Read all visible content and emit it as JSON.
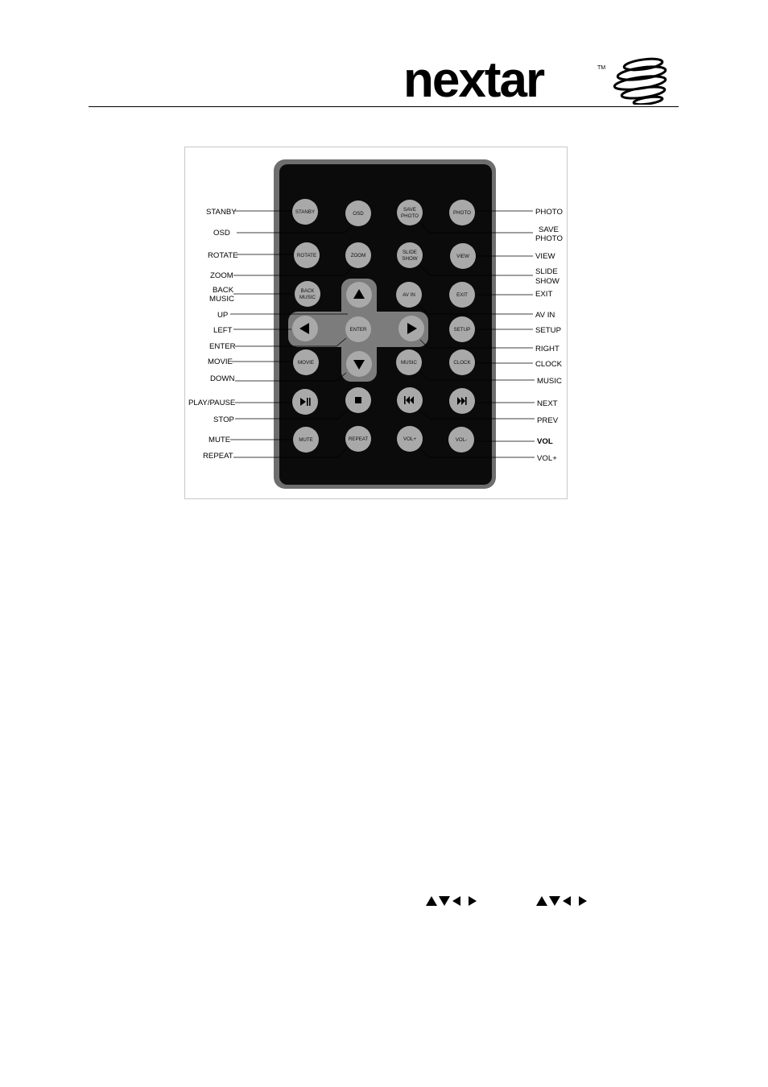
{
  "brand": {
    "logo_text": "nextar",
    "trademark": "TM"
  },
  "remote": {
    "buttons": [
      {
        "id": "stanby",
        "label": "STANBY"
      },
      {
        "id": "osd",
        "label": "OSD"
      },
      {
        "id": "save-photo",
        "label": "SAVE PHOTO"
      },
      {
        "id": "photo",
        "label": "PHOTO"
      },
      {
        "id": "rotate",
        "label": "ROTATE"
      },
      {
        "id": "zoom",
        "label": "ZOOM"
      },
      {
        "id": "slide-show",
        "label": "SLIDE SHOW"
      },
      {
        "id": "view",
        "label": "VIEW"
      },
      {
        "id": "back-music",
        "label": "BACK MUSIC"
      },
      {
        "id": "av-in",
        "label": "AV IN"
      },
      {
        "id": "exit",
        "label": "EXIT"
      },
      {
        "id": "enter",
        "label": "ENTER"
      },
      {
        "id": "setup",
        "label": "SETUP"
      },
      {
        "id": "movie",
        "label": "MOVIE"
      },
      {
        "id": "music",
        "label": "MUSIC"
      },
      {
        "id": "clock",
        "label": "CLOCK"
      },
      {
        "id": "mute",
        "label": "MUTE"
      },
      {
        "id": "repeat",
        "label": "REPEAT"
      },
      {
        "id": "vol-plus",
        "label": "VOL+"
      },
      {
        "id": "vol-minus",
        "label": "VOL-"
      }
    ],
    "left_callouts": [
      "STANBY",
      "OSD",
      "ROTATE",
      "ZOOM",
      "BACK MUSIC",
      "UP",
      "LEFT",
      "ENTER",
      "MOVIE",
      "DOWN",
      "PLAY/PAUSE",
      "STOP",
      "MUTE",
      "REPEAT"
    ],
    "right_callouts": [
      "PHOTO",
      "SAVE PHOTO",
      "VIEW",
      "SLIDE SHOW",
      "EXIT",
      "AV IN",
      "SETUP",
      "RIGHT",
      "CLOCK",
      "MUSIC",
      "NEXT",
      "PREV",
      "VOL",
      "VOL+"
    ]
  },
  "footer_symbols": [
    {
      "icons": [
        "up-triangle-icon",
        "down-triangle-icon",
        "left-triangle-icon",
        "right-triangle-icon"
      ]
    },
    {
      "icons": [
        "up-triangle-icon",
        "down-triangle-icon",
        "left-triangle-icon",
        "right-triangle-icon"
      ]
    }
  ]
}
